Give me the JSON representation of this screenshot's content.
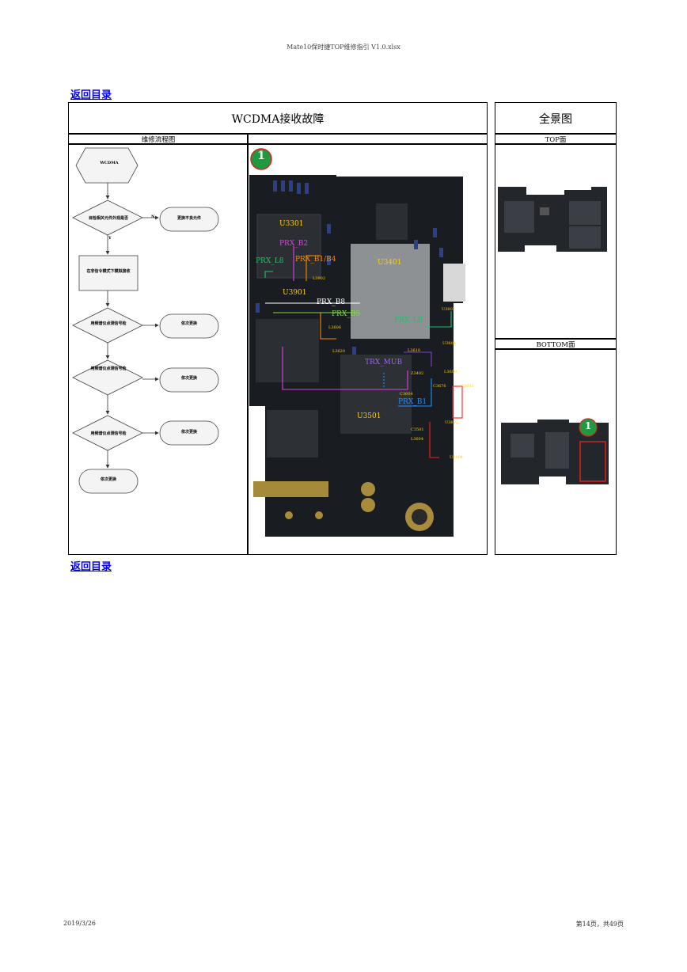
{
  "header": {
    "filename": "Mate10保时捷TOP维修指引 V1.0.xlsx"
  },
  "links": {
    "back_top": "返回目录",
    "back_bottom": "返回目录"
  },
  "main": {
    "title": "WCDMA接收故障",
    "flow_header": "维修流程图",
    "panorama_title": "全景图",
    "top_label": "TOP面",
    "bottom_label": "BOTTOM面"
  },
  "flowchart": {
    "start": "WCDMA",
    "d1": "目检相关元件外观是否",
    "r1": "更换不良元件",
    "p1": "在非信令模式下模拟接收",
    "d2": "用频谱仪点测信号检",
    "r2": "依次更换",
    "d3": "用频谱仪点测信号检",
    "r3": "依次更换",
    "d4": "用频谱仪点测信号检",
    "r4": "依次更换",
    "end": "依次更换",
    "yes": "Y",
    "no": "N"
  },
  "board": {
    "marker": "1",
    "chips": [
      "U3301",
      "U3401",
      "U3901",
      "U3501"
    ],
    "signals": [
      "PRX_B2",
      "PRX_B1/B4",
      "PRX_L8",
      "PRX_B8",
      "PRX_B5",
      "PRX_LB",
      "TRX_MUB",
      "PRX_B1"
    ],
    "small": [
      "L3902",
      "L3606",
      "L3620",
      "U3802",
      "L3610",
      "U3801",
      "Z3402",
      "L3609",
      "C3603",
      "C3676",
      "C3604",
      "U3802",
      "C3501",
      "L3604",
      "U3804"
    ]
  },
  "bottom_marker": "1",
  "footer": {
    "date": "2019/3/26",
    "page": "第14页，共49页"
  }
}
